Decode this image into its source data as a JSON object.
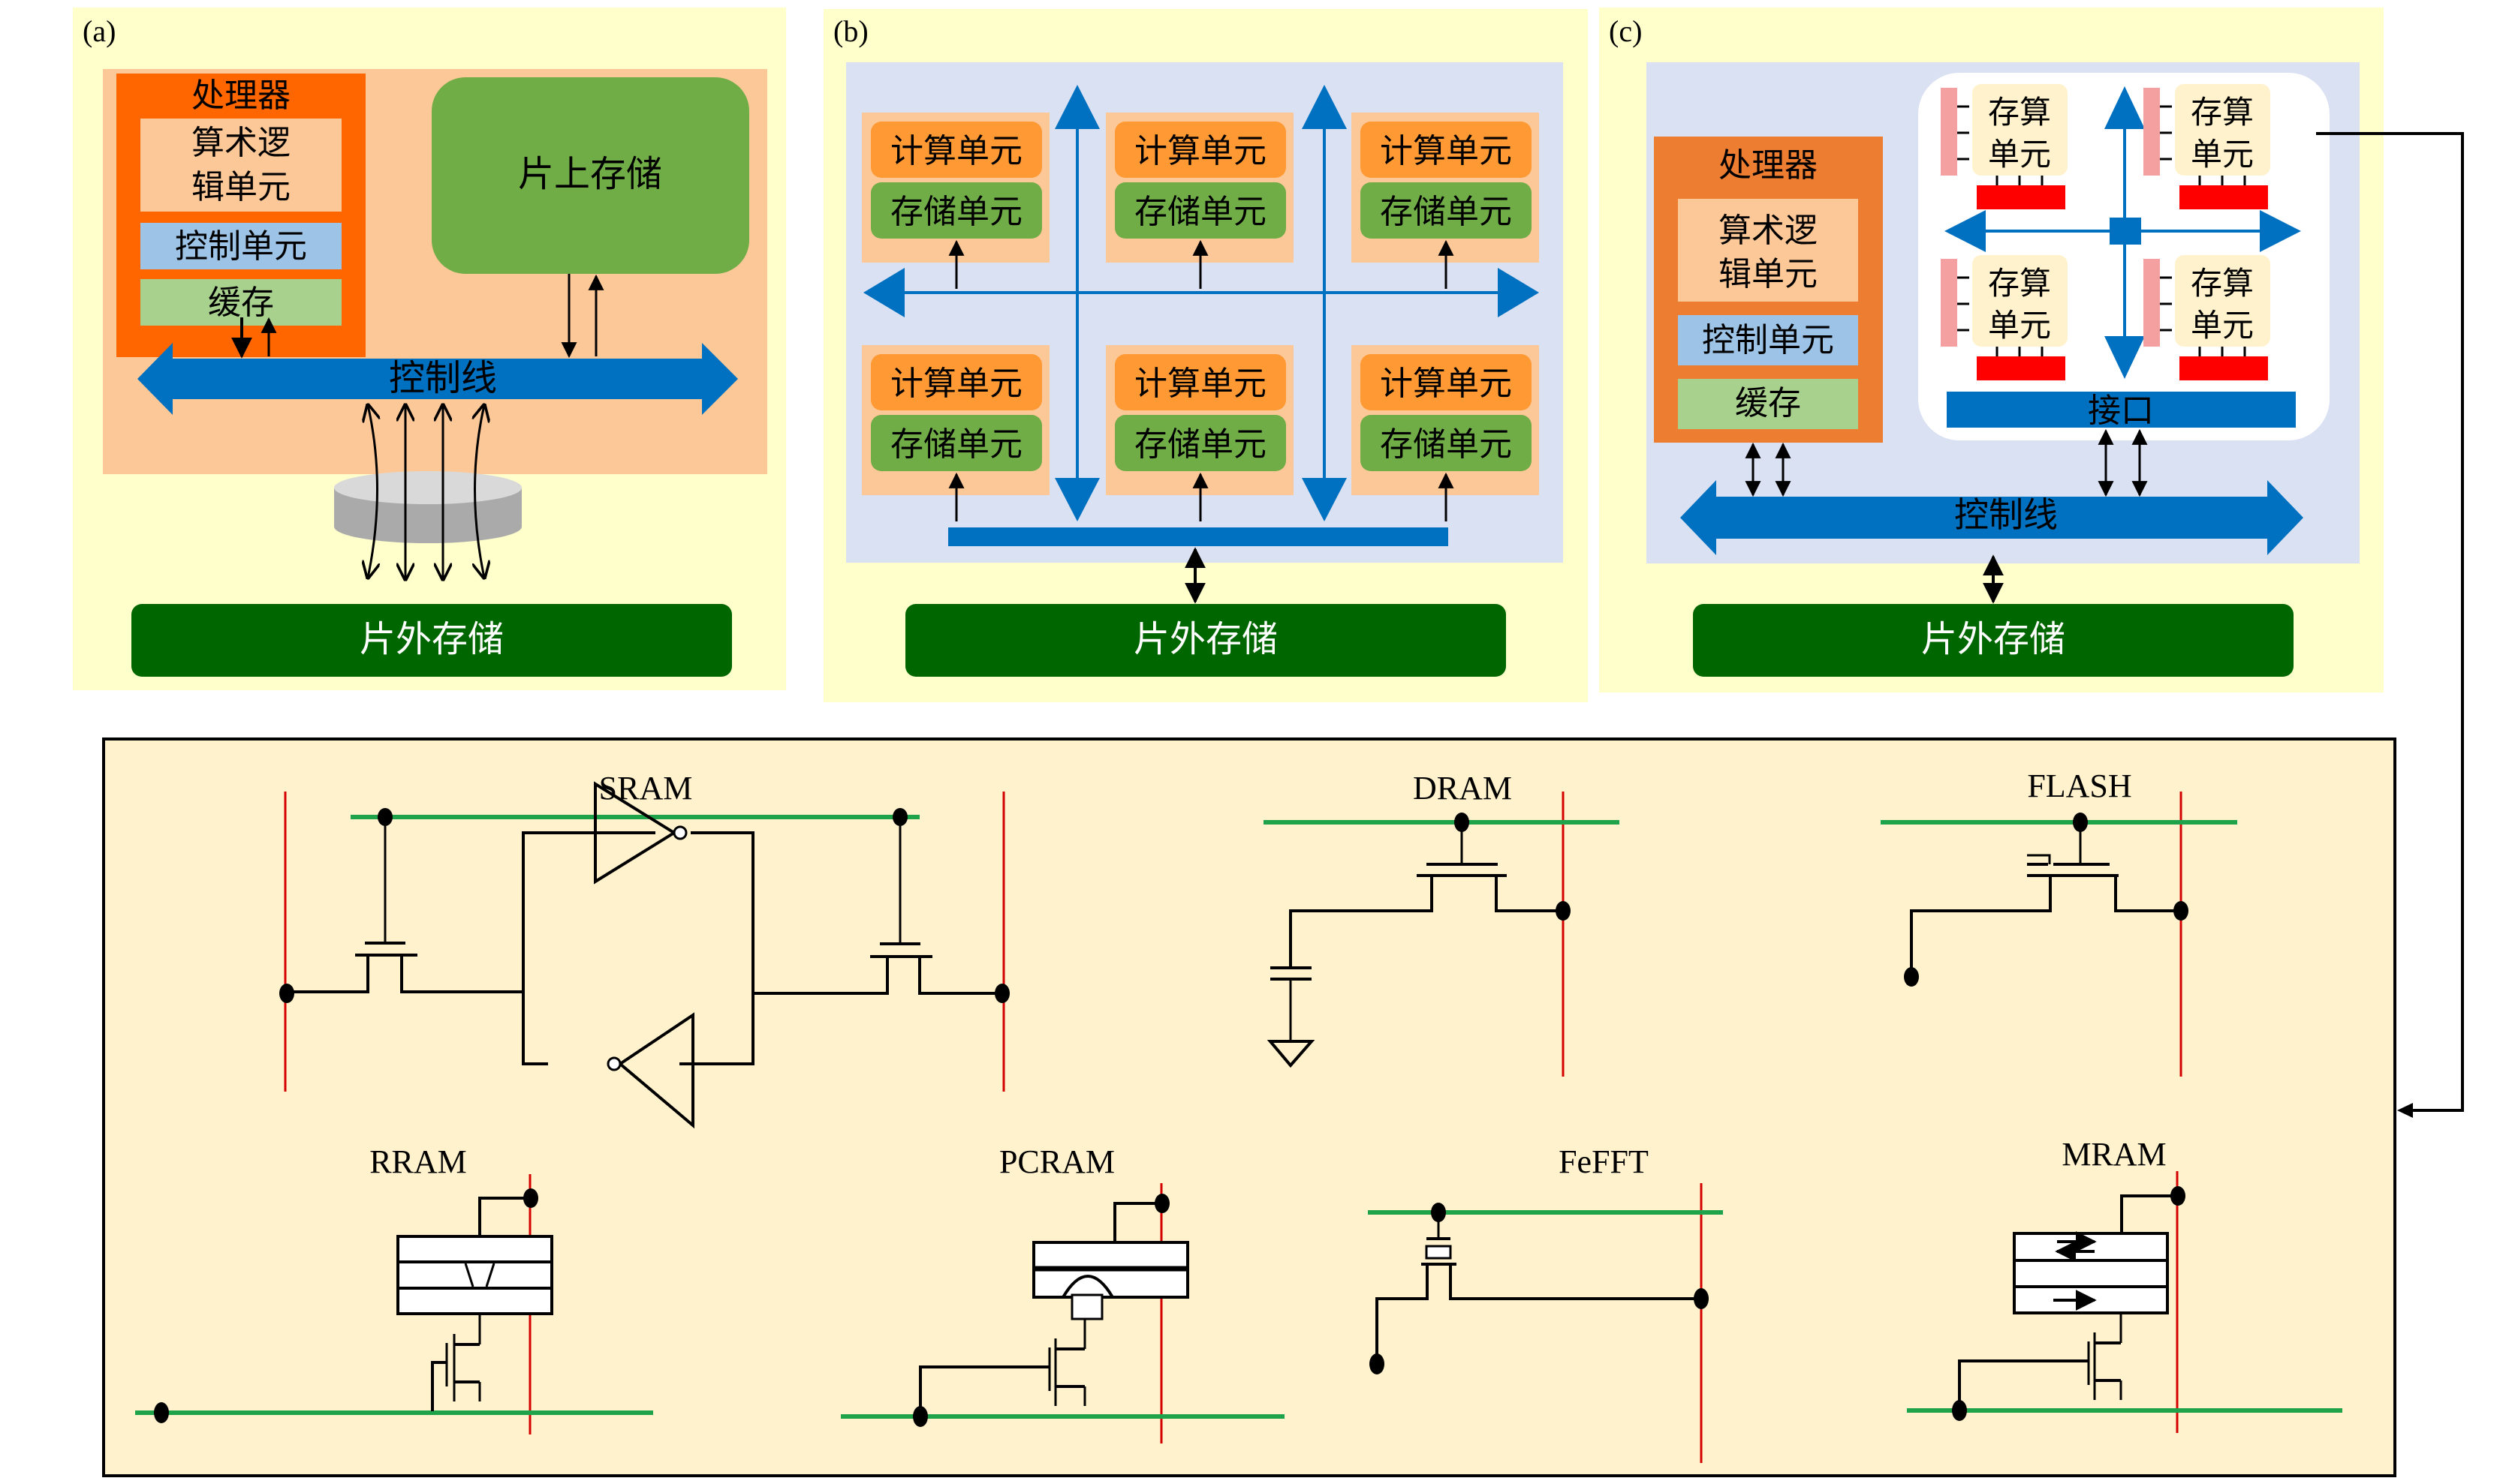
{
  "panel_a": {
    "label": "(a)",
    "processor": {
      "title": "处理器",
      "alu_line1": "算术逻",
      "alu_line2": "辑单元",
      "control_unit": "控制单元",
      "cache": "缓存"
    },
    "on_chip_memory": "片上存储",
    "control_bus": "控制线",
    "off_chip_memory": "片外存储"
  },
  "panel_b": {
    "label": "(b)",
    "tiles": [
      {
        "compute": "计算单元",
        "memory": "存储单元"
      },
      {
        "compute": "计算单元",
        "memory": "存储单元"
      },
      {
        "compute": "计算单元",
        "memory": "存储单元"
      },
      {
        "compute": "计算单元",
        "memory": "存储单元"
      },
      {
        "compute": "计算单元",
        "memory": "存储单元"
      },
      {
        "compute": "计算单元",
        "memory": "存储单元"
      }
    ],
    "off_chip_memory": "片外存储"
  },
  "panel_c": {
    "label": "(c)",
    "processor": {
      "title": "处理器",
      "alu_line1": "算术逻",
      "alu_line2": "辑单元",
      "control_unit": "控制单元",
      "cache": "缓存"
    },
    "cim_units": [
      {
        "line1": "存算",
        "line2": "单元"
      },
      {
        "line1": "存算",
        "line2": "单元"
      },
      {
        "line1": "存算",
        "line2": "单元"
      },
      {
        "line1": "存算",
        "line2": "单元"
      }
    ],
    "interface": "接口",
    "control_bus": "控制线",
    "off_chip_memory": "片外存储"
  },
  "devices": {
    "sram": "SRAM",
    "dram": "DRAM",
    "flash": "FLASH",
    "rram": "RRAM",
    "pcram": "PCRAM",
    "fefft": "FeFFT",
    "mram": "MRAM"
  },
  "colors": {
    "panel_bg": "#ffffcc",
    "inner_peach": "#fdc898",
    "inner_lavender": "#dae1f3",
    "processor_orange": "#ff6600",
    "processor_orange_c": "#ed7d31",
    "alu_peach": "#fdc898",
    "control_blue": "#9dc3e6",
    "cache_green": "#a9d18e",
    "onchip_green": "#70ad47",
    "offchip_green": "#006600",
    "bus_blue": "#0070c0",
    "compute_orange": "#ff9933",
    "memory_green": "#70ad47",
    "cim_cream": "#fff2cc",
    "side_pink": "#f4a0a0",
    "side_red": "#ff0000",
    "device_bg": "#fff2cc",
    "wordline": "#1fa34a",
    "bitline": "#d40000"
  }
}
